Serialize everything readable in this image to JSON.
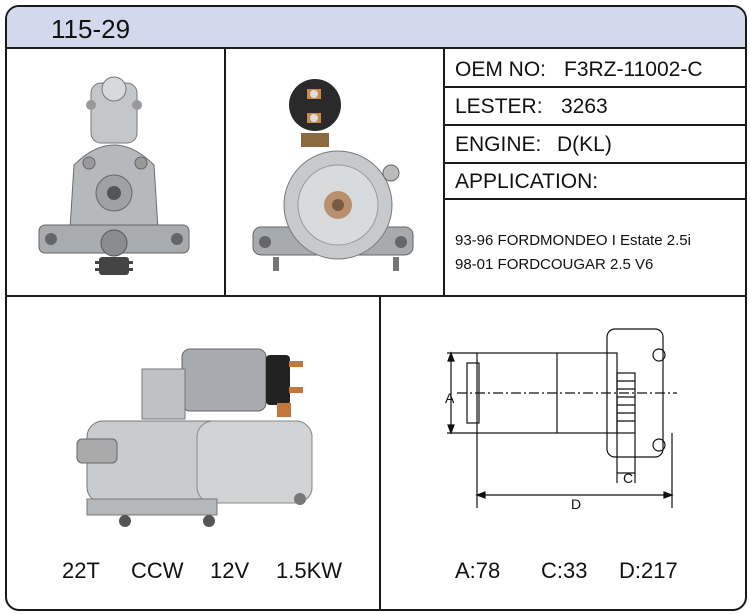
{
  "header": {
    "part_number": "115-29"
  },
  "specs_table": {
    "oem_label": "OEM NO:",
    "oem_value": "F3RZ-11002-C",
    "lester_label": "LESTER:",
    "lester_value": "3263",
    "engine_label": "ENGINE:",
    "engine_value": "D(KL)",
    "application_label": "APPLICATION:",
    "applications": [
      "93-96 FORDMONDEO I Estate 2.5i",
      "98-01 FORDCOUGAR 2.5 V6"
    ]
  },
  "motor_specs": {
    "teeth": "22T",
    "rotation": "CCW",
    "voltage": "12V",
    "power": "1.5KW"
  },
  "dimensions": {
    "a_label": "A:78",
    "c_label": "C:33",
    "d_label": "D:217",
    "diagram_a": "A",
    "diagram_c": "C",
    "diagram_d": "D"
  },
  "colors": {
    "header_bg": "#d3d9ec",
    "border": "#1a1a1a",
    "metal": "#b9bcbf",
    "dark_metal": "#444444"
  },
  "images": {
    "front": "starter-front-view-photo",
    "back": "starter-rear-view-photo",
    "side": "starter-side-view-photo",
    "drawing": "starter-dimension-drawing"
  }
}
